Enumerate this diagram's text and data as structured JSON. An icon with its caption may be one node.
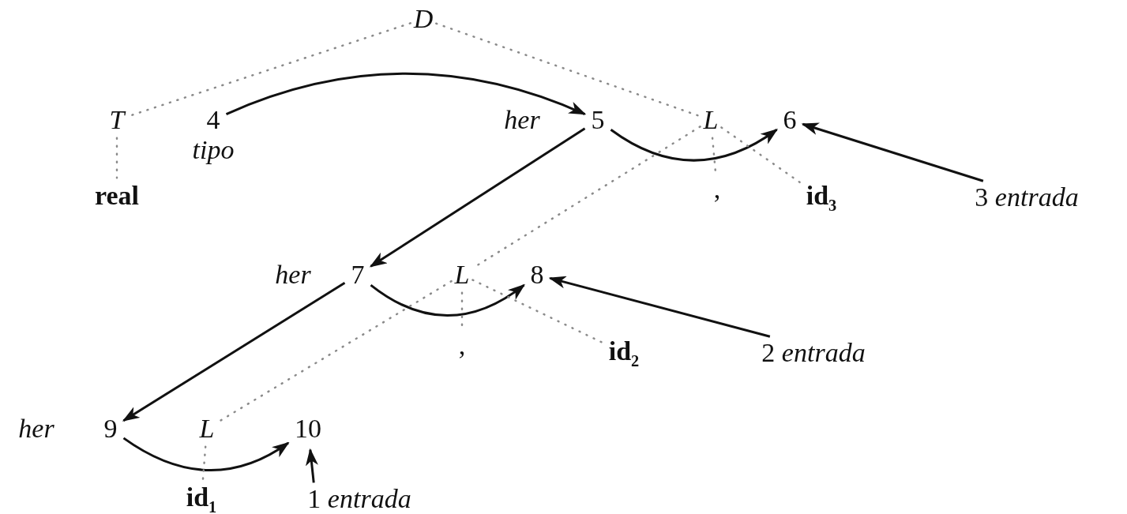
{
  "diagram": {
    "nodes": [
      {
        "text": [
          "D"
        ]
      },
      {
        "text": [
          "T"
        ]
      },
      {
        "text": [
          "4"
        ],
        "beside": [
          "tipo"
        ]
      },
      {
        "text": [
          "real"
        ]
      },
      {
        "text": [
          "5"
        ],
        "beside": [
          "her"
        ]
      },
      {
        "text": [
          "L"
        ]
      },
      {
        "text": [
          "6"
        ]
      },
      {
        "text": [
          ","
        ]
      },
      {
        "text": [
          "id$_{3}$"
        ]
      },
      {
        "text": [
          "3 *entrada*"
        ]
      },
      {
        "text": [
          "7"
        ],
        "beside": [
          "her"
        ]
      },
      {
        "text": [
          "L"
        ]
      },
      {
        "text": [
          "8"
        ]
      },
      {
        "text": [
          ","
        ]
      },
      {
        "text": [
          "id$_{2}$"
        ]
      },
      {
        "text": [
          "2 *entrada*"
        ]
      },
      {
        "text": [
          "9"
        ],
        "beside": [
          "her"
        ]
      },
      {
        "text": [
          "L"
        ]
      },
      {
        "text": [
          "10"
        ]
      },
      {
        "text": [
          "id$_{1}$"
        ]
      },
      {
        "text": [
          "1 *entrada*"
        ]
      }
    ],
    "edges": [
      {
        "from": 2,
        "to": 4,
        "arrow": "to",
        "color": "#111111"
      },
      {
        "from": 4,
        "to": 10,
        "arrow": "to",
        "color": "#111111"
      },
      {
        "from": 4,
        "to": 6,
        "arrow": "to",
        "color": "#111111"
      },
      {
        "from": 9,
        "to": 6,
        "arrow": "to",
        "color": "#111111"
      },
      {
        "from": 10,
        "to": 16,
        "arrow": "to",
        "color": "#111111"
      },
      {
        "from": 10,
        "to": 12,
        "arrow": "to",
        "color": "#111111"
      },
      {
        "from": 15,
        "to": 12,
        "arrow": "to",
        "color": "#111111"
      },
      {
        "from": 16,
        "to": 18,
        "arrow": "to",
        "color": "#111111"
      },
      {
        "from": 20,
        "to": 18,
        "arrow": "to",
        "color": "#111111"
      },
      {
        "from": 0,
        "to": 1,
        "arrow": "none",
        "style": "dashed"
      },
      {
        "from": 0,
        "to": 5,
        "arrow": "none",
        "style": "dashed"
      },
      {
        "from": 1,
        "to": 3,
        "arrow": "none",
        "style": "dashed"
      },
      {
        "from": 5,
        "to": 11,
        "arrow": "none",
        "style": "dashed"
      },
      {
        "from": 5,
        "to": 7,
        "arrow": "none",
        "style": "dashed"
      },
      {
        "from": 5,
        "to": 8,
        "arrow": "none",
        "style": "dashed"
      },
      {
        "from": 11,
        "to": 17,
        "arrow": "none",
        "style": "dashed"
      },
      {
        "from": 11,
        "to": 13,
        "arrow": "none",
        "style": "dashed"
      },
      {
        "from": 11,
        "to": 14,
        "arrow": "none",
        "style": "dashed"
      },
      {
        "from": 17,
        "to": 19,
        "arrow": "none",
        "style": "dashed"
      }
    ]
  }
}
